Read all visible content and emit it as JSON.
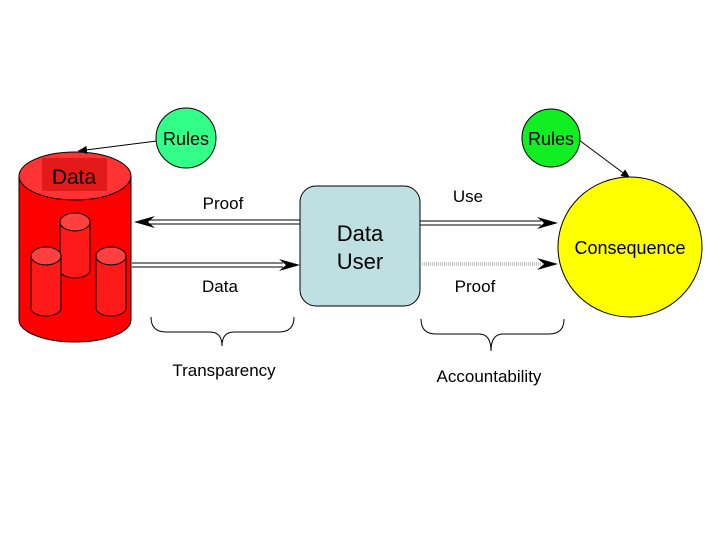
{
  "diagram": {
    "data_store": {
      "label": "Data",
      "color": "#ff0000",
      "label_bg": "#e21a1a"
    },
    "rules_left": {
      "label": "Rules",
      "color": "#33ff88"
    },
    "rules_right": {
      "label": "Rules",
      "color": "#11ee22"
    },
    "data_user": {
      "line1": "Data",
      "line2": "User",
      "color": "#bfe0e3"
    },
    "consequence": {
      "label": "Consequence",
      "color": "#ffff00"
    },
    "edges": {
      "proof_left": "Proof",
      "data_flow": "Data",
      "use": "Use",
      "proof_right": "Proof"
    },
    "groups": {
      "transparency": "Transparency",
      "accountability": "Accountability"
    }
  }
}
